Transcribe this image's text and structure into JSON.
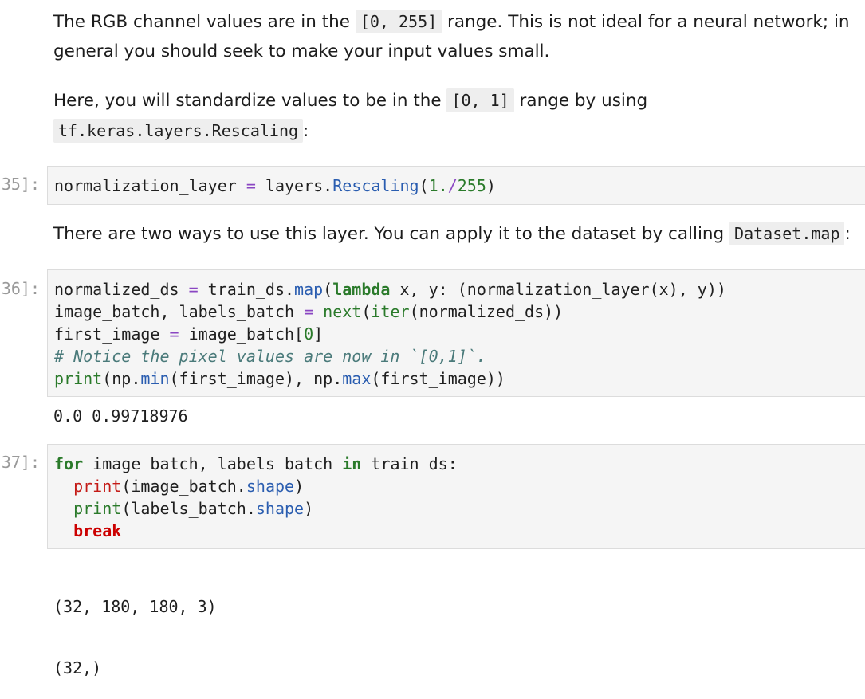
{
  "markdown": {
    "p1": {
      "l1_a": "The RGB channel values are in the ",
      "l1_code": "[0, 255]",
      "l1_b": " range. This is not ideal for a neural network; in",
      "l2": "general you should seek to make your input values small."
    },
    "p2": {
      "l1": "Here, you will standardize values to be in the ",
      "code1": "[0, 1]",
      "l1_b": " range by using",
      "code2": "tf.keras.layers.Rescaling",
      "l2_b": ":"
    },
    "p3": {
      "l1": "There are two ways to use this layer. You can apply it to the dataset by calling ",
      "code": "Dataset.map",
      "end": ":"
    }
  },
  "cells": {
    "c35": {
      "prompt": "35]:"
    },
    "c36": {
      "prompt": "36]:",
      "output": "0.0 0.99718976"
    },
    "c37": {
      "prompt": "37]:",
      "output_l1": "(32, 180, 180, 3)",
      "output_l2": "(32,)"
    }
  }
}
